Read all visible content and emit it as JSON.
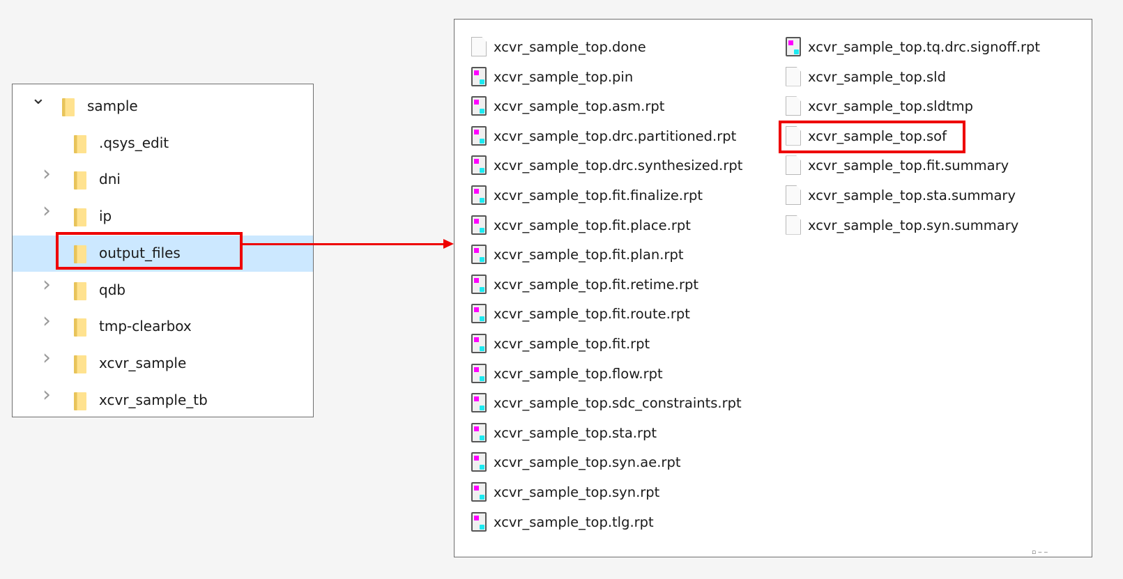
{
  "tree": {
    "items": [
      {
        "label": "sample",
        "expander": "expanded",
        "level": 0
      },
      {
        "label": ".qsys_edit",
        "expander": "none",
        "level": 1
      },
      {
        "label": "dni",
        "expander": "collapsed",
        "level": 1
      },
      {
        "label": "ip",
        "expander": "collapsed",
        "level": 1
      },
      {
        "label": "output_files",
        "expander": "none",
        "level": 1,
        "selected": true
      },
      {
        "label": "qdb",
        "expander": "collapsed",
        "level": 1
      },
      {
        "label": "tmp-clearbox",
        "expander": "collapsed",
        "level": 1
      },
      {
        "label": "xcvr_sample",
        "expander": "collapsed",
        "level": 1
      },
      {
        "label": "xcvr_sample_tb",
        "expander": "collapsed",
        "level": 1
      }
    ]
  },
  "files": {
    "column1": [
      {
        "name": "xcvr_sample_top.done",
        "icon": "blank-file-icon"
      },
      {
        "name": "xcvr_sample_top.pin",
        "icon": "report-file-icon"
      },
      {
        "name": "xcvr_sample_top.asm.rpt",
        "icon": "report-file-icon"
      },
      {
        "name": "xcvr_sample_top.drc.partitioned.rpt",
        "icon": "report-file-icon"
      },
      {
        "name": "xcvr_sample_top.drc.synthesized.rpt",
        "icon": "report-file-icon"
      },
      {
        "name": "xcvr_sample_top.fit.finalize.rpt",
        "icon": "report-file-icon"
      },
      {
        "name": "xcvr_sample_top.fit.place.rpt",
        "icon": "report-file-icon"
      },
      {
        "name": "xcvr_sample_top.fit.plan.rpt",
        "icon": "report-file-icon"
      },
      {
        "name": "xcvr_sample_top.fit.retime.rpt",
        "icon": "report-file-icon"
      },
      {
        "name": "xcvr_sample_top.fit.route.rpt",
        "icon": "report-file-icon"
      },
      {
        "name": "xcvr_sample_top.fit.rpt",
        "icon": "report-file-icon"
      },
      {
        "name": "xcvr_sample_top.flow.rpt",
        "icon": "report-file-icon"
      },
      {
        "name": "xcvr_sample_top.sdc_constraints.rpt",
        "icon": "report-file-icon"
      },
      {
        "name": "xcvr_sample_top.sta.rpt",
        "icon": "report-file-icon"
      },
      {
        "name": "xcvr_sample_top.syn.ae.rpt",
        "icon": "report-file-icon"
      },
      {
        "name": "xcvr_sample_top.syn.rpt",
        "icon": "report-file-icon"
      },
      {
        "name": "xcvr_sample_top.tlg.rpt",
        "icon": "report-file-icon"
      }
    ],
    "column2": [
      {
        "name": "xcvr_sample_top.tq.drc.signoff.rpt",
        "icon": "report-file-icon"
      },
      {
        "name": "xcvr_sample_top.sld",
        "icon": "blank-file-icon"
      },
      {
        "name": "xcvr_sample_top.sldtmp",
        "icon": "blank-file-icon"
      },
      {
        "name": "xcvr_sample_top.sof",
        "icon": "blank-file-icon",
        "highlighted": true
      },
      {
        "name": "xcvr_sample_top.fit.summary",
        "icon": "blank-file-icon"
      },
      {
        "name": "xcvr_sample_top.sta.summary",
        "icon": "blank-file-icon"
      },
      {
        "name": "xcvr_sample_top.syn.summary",
        "icon": "blank-file-icon"
      }
    ]
  },
  "colors": {
    "highlight": "#e00000",
    "selection": "#cce8ff"
  }
}
